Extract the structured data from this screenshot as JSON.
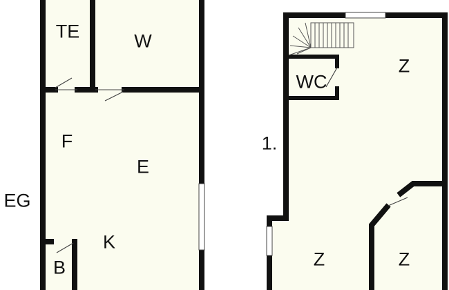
{
  "colors": {
    "wall": "#111111",
    "floor": "#fbfcef",
    "background": "#ffffff"
  },
  "floors": [
    {
      "label": "EG",
      "rooms": [
        "TE",
        "W",
        "F",
        "E",
        "K",
        "B"
      ]
    },
    {
      "label": "1.",
      "rooms": [
        "WC",
        "Z",
        "Z",
        "Z"
      ]
    }
  ]
}
